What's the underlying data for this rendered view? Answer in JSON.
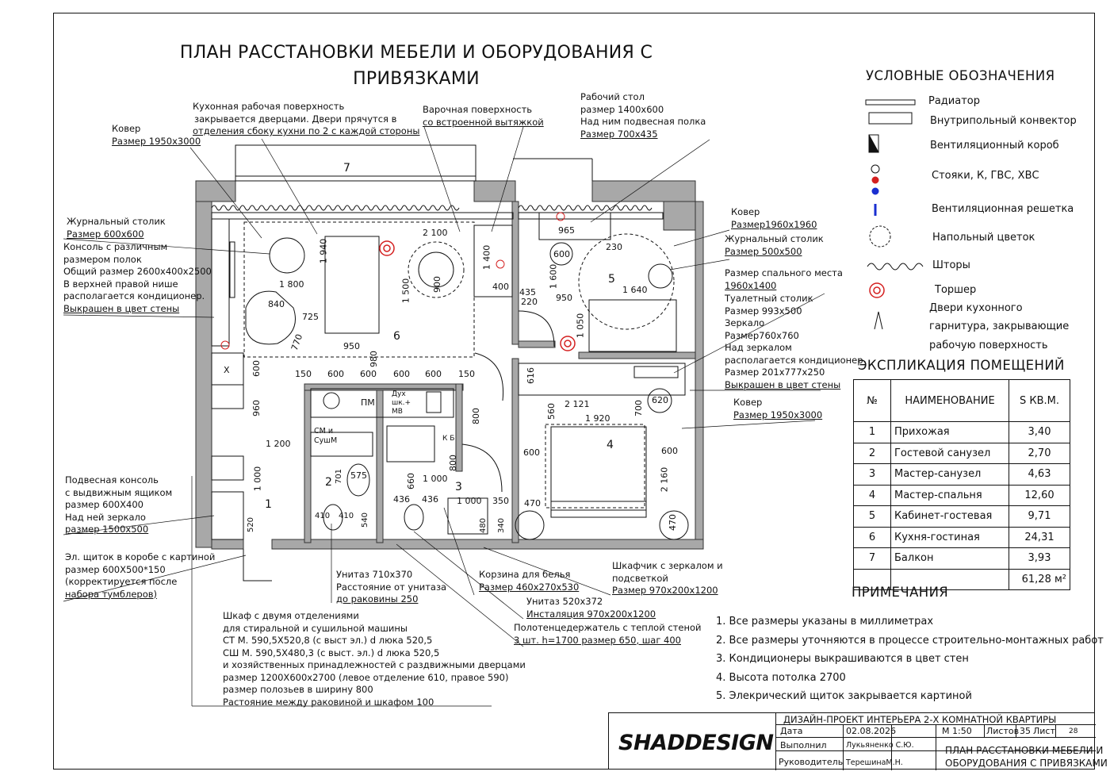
{
  "title_line1": "ПЛАН РАССТАНОВКИ МЕБЕЛИ И ОБОРУДОВАНИЯ С",
  "title_line2": "ПРИВЯЗКАМИ",
  "callouts": {
    "kitchen_worktop": [
      "Кухонная рабочая поверхность",
      "закрывается дверцами. Двери прячутся в",
      "отделения сбоку кухни по 2 с каждой стороны"
    ],
    "hob": [
      "Варочная поверхность",
      "со встроенной вытяжкой"
    ],
    "desk": [
      "Рабочий стол",
      "размер 1400х600",
      "Над ним подвесная полка",
      "Размер 700х435"
    ],
    "rug_living": [
      "Ковер",
      "Размер 1950х3000"
    ],
    "coffee_table": [
      "Журнальный столик",
      "Размер 600х600"
    ],
    "console": [
      "Консоль с различным",
      "размером полок",
      "Общий размер 2600х400х2500",
      "В верхней правой нише",
      "располагается кондиционер.",
      "Выкрашен в цвет стены"
    ],
    "rug_study": [
      "Ковер",
      "Размер1960х1960"
    ],
    "coffee_table_study": [
      "Журнальный столик",
      "Размер 500х500"
    ],
    "bed_size": [
      "Размер спального места",
      "1960х1400"
    ],
    "dressing_table": [
      "Туалетный столик",
      "Размер 993х500",
      "Зеркало",
      "Размер760х760",
      "Над зеркалом",
      "располагается кондиционер",
      "Размер 201х777х250",
      "Выкрашен в цвет стены"
    ],
    "rug_bedroom": [
      "Ковер",
      "Размер 1950х3000"
    ],
    "hanging_console": [
      "Подвесная консоль",
      "с выдвижным ящиком",
      "размер 600Х400",
      "Над ней зеркало",
      "размер 1500х500"
    ],
    "panel": [
      "Эл. щиток в коробе с картиной",
      "размер 600Х500*150",
      "(корректируется после",
      " набора тумблеров)"
    ],
    "wc1": [
      "Унитаз 710х370",
      "Расстояние от унитаза",
      "до раковины 250"
    ],
    "laundry_basket": [
      "Корзина для белья",
      "Размер 460х270х530"
    ],
    "mirror_cabinet": [
      "Шкафчик с зеркалом и",
      "подсветкой",
      "Размер 970х200х1200"
    ],
    "wc2": [
      "Унитаз 520х372",
      "Инсталяция 970х200х1200"
    ],
    "towel_rail": [
      "Полотенцедержатель с теплой стеной",
      "3 шт. h=1700 размер 650, шаг 400"
    ],
    "wardrobe": [
      "Шкаф с двумя отделениями",
      "для стиральной и сушильной машины",
      "СТ М. 590,5Х520,8 (с выст эл.) d люка 520,5",
      "СШ М. 590,5Х480,3 (с выст. эл.) d люка 520,5",
      "и хозяйственных принадлежностей с раздвижными дверцами",
      "размер 1200Х600х2700  (левое отделение 610, правое 590)",
      "размер полозьев в ширину 800",
      "Растояние между раковиной и шкафом 100"
    ]
  },
  "dimensions": [
    "1 940",
    "2 100",
    "1 400",
    "965",
    "600",
    "230",
    "1 800",
    "900",
    "1 500",
    "840",
    "725",
    "950",
    "770",
    "980",
    "400",
    "435",
    "220",
    "1 600",
    "950",
    "1 640",
    "1 050",
    "600",
    "150",
    "600",
    "600",
    "600",
    "600",
    "150",
    "960",
    "616",
    "2 121",
    "1 920",
    "700",
    "620",
    "560",
    "800",
    "1 200",
    "600",
    "2 160",
    "1 000",
    "701",
    "575",
    "660",
    "1 000",
    "800",
    "600",
    "436",
    "436",
    "1 000",
    "350",
    "470",
    "470",
    "410",
    "410",
    "540",
    "480",
    "340",
    "520"
  ],
  "room_numbers": [
    "1",
    "2",
    "3",
    "4",
    "5",
    "6",
    "7"
  ],
  "fixture_texts": {
    "fridge": "ПМ",
    "oven": [
      "Дух",
      "шк.+",
      "МВ"
    ],
    "washer": [
      "СМ и",
      "СушМ"
    ],
    "kb": "К Б",
    "x": "X"
  },
  "legend": {
    "heading": "УСЛОВНЫЕ ОБОЗНАЧЕНИЯ",
    "items": [
      "Радиатор",
      "Внутрипольный конвектор",
      "Вентиляционный короб",
      "Стояки, К, ГВС, ХВС",
      "Вентиляционная решетка",
      "Напольный цветок",
      "Шторы",
      "Торшер",
      "Двери кухонного",
      "гарнитура, закрывающие",
      "рабочую поверхность"
    ]
  },
  "explication": {
    "heading": "ЭКСПЛИКАЦИЯ ПОМЕЩЕНИЙ",
    "headers": [
      "№",
      "НАИМЕНОВАНИЕ",
      "S КВ.М."
    ],
    "rows": [
      [
        "1",
        "Прихожая",
        "3,40"
      ],
      [
        "2",
        "Гостевой санузел",
        "2,70"
      ],
      [
        "3",
        "Мастер-санузел",
        "4,63"
      ],
      [
        "4",
        "Мастер-спальня",
        "12,60"
      ],
      [
        "5",
        "Кабинет-гостевая",
        "9,71"
      ],
      [
        "6",
        "Кухня-гостиная",
        "24,31"
      ],
      [
        "7",
        "Балкон",
        "3,93"
      ]
    ],
    "total": "61,28 м²"
  },
  "notes": {
    "heading": "ПРИМЕЧАНИЯ",
    "items": [
      "1. Все размеры указаны в миллиметрах",
      "2. Все размеры уточняются в процессе строительно-монтажных работ",
      "3. Кондиционеры выкрашиваются в цвет стен",
      "4. Высота  потолка 2700",
      "5. Элекрический щиток закрывается картиной"
    ]
  },
  "stamp": {
    "logo": "SHADDESIGN",
    "project": "ДИЗАЙН-ПРОЕКТ ИНТЕРЬЕРА 2-Х КОМНАТНОЙ КВАРТИРЫ",
    "date_label": "Дата",
    "date": "02.08.2026",
    "scale": "М 1:50",
    "sheets_label": "Листов",
    "sheets": "35",
    "sheet_label": "Лист",
    "sheet": "28",
    "done_label": "Выполнил",
    "done": "Лукьяненко С.Ю.",
    "head_label": "Руководитель",
    "head": "ТерешинаМ.Н.",
    "drawing_title_1": "ПЛАН РАССТАНОВКИ МЕБЕЛИ И",
    "drawing_title_2": "ОБОРУДОВАНИЯ С ПРИВЯЗКАМИ"
  },
  "colors": {
    "wall": "#a8a8a8",
    "red": "#d42020",
    "blue": "#1a2fd0",
    "line": "#111111"
  }
}
